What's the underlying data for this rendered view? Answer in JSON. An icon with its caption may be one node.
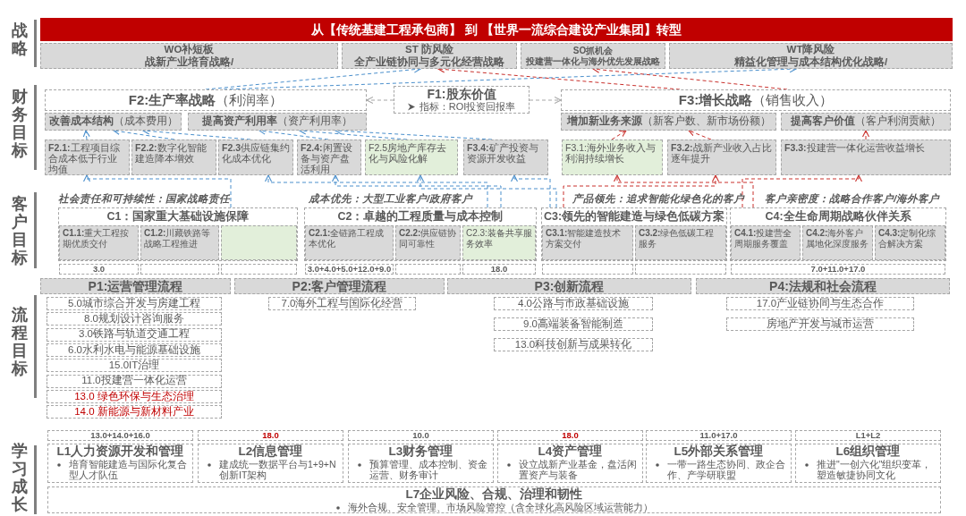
{
  "diagram": {
    "nodes": [
      {
        "text": [
          "从【传统基建工程承包商】 到 【世界一流综合建设产业集团】转型"
        ]
      },
      {
        "text": [
          "WO补短板",
          "战新产业培育战略/"
        ]
      },
      {
        "text": [
          "ST 防风险",
          "全产业链协同与多元化经营战略"
        ]
      },
      {
        "text": [
          "SO抓机会",
          "投建营一体化与海外优先发展战略"
        ]
      },
      {
        "text": [
          "WT降风险",
          "精益化管理与成本结构优化战略/"
        ]
      },
      {
        "text": [
          "**F2:生产率战略**（利润率）"
        ]
      },
      {
        "text": [
          "F1:股东价值",
          "指标：ROI投资回报率"
        ]
      },
      {
        "text": [
          "**F3:增长战略**（销售收入）"
        ]
      },
      {
        "text": [
          "**改善成本结构**（成本费用）"
        ]
      },
      {
        "text": [
          "**提高资产利用率**（资产利用率）"
        ]
      },
      {
        "text": [
          "**增加新业务来源**（新客户数、新市场份额）"
        ]
      },
      {
        "text": [
          "**提高客户价值**（客户利润贡献）"
        ]
      },
      {
        "text": [
          "**F2.1:**工程项目综合成本低于行业均值"
        ]
      },
      {
        "text": [
          "**F2.2:**数字化智能建造降本增效"
        ]
      },
      {
        "text": [
          "**F2.3**供应链集约化成本优化"
        ]
      },
      {
        "text": [
          "**F2.4:**闲置设备与资产盘活利用"
        ]
      },
      {
        "text": [
          "F2.5房地产库存去化与风险化解"
        ]
      },
      {
        "text": [
          "**F3.4:**矿产投资与资源开发收益"
        ]
      },
      {
        "text": [
          "F3.1:海外业务收入与利润持续增长"
        ]
      },
      {
        "text": [
          "**F3.2:**战新产业收入占比逐年提升"
        ]
      },
      {
        "text": [
          "**F3.3:**投建营一体化运营收益增长"
        ]
      },
      {
        "text": [
          "C1：国家重大基础设施保障"
        ],
        "beside": [
          "社会责任和可持续性：国家战略责任"
        ]
      },
      {
        "text": [
          "**C1.1:**重大工程按期优质交付"
        ],
        "in": 21
      },
      {
        "text": [
          "**C1.2:**川藏铁路等战略工程推进"
        ],
        "in": 21
      },
      {
        "text": [],
        "shape": "box",
        "in": 21
      },
      {
        "text": [
          "C2：卓越的工程质量与成本控制"
        ],
        "beside": [
          "成本优先：大型工业客户/政府客户"
        ]
      },
      {
        "text": [
          "**C2.1:**全链路工程成本优化"
        ],
        "in": 25
      },
      {
        "text": [
          "**C2.2:**供应链协同可靠性"
        ],
        "in": 25
      },
      {
        "text": [
          "C2.3:装备共享服务效率"
        ],
        "in": 25
      },
      {
        "text": [
          "C3:领先的智能建造与绿色低碳方案"
        ],
        "beside": [
          "产品领先：追求智能化绿色化的客户"
        ]
      },
      {
        "text": [
          "**C3.1:**智能建造技术方案交付"
        ],
        "in": 29
      },
      {
        "text": [
          "**C3.2:**绿色低碳工程服务"
        ],
        "in": 29
      },
      {
        "text": [
          "C4:全生命周期战略伙伴关系"
        ],
        "beside": [
          "客户亲密度：战略合作客户/海外客户"
        ]
      },
      {
        "text": [
          "**C4.1:**投建营全周期服务覆盖"
        ],
        "in": 32
      },
      {
        "text": [
          "**C4.2:**海外客户属地化深度服务"
        ],
        "in": 32
      },
      {
        "text": [
          "**C4.3:**定制化综合解决方案"
        ],
        "in": 32
      },
      {
        "text": [
          "P1:运营管理流程"
        ]
      },
      {
        "text": [
          "P2:客户管理流程"
        ]
      },
      {
        "text": [
          "P3:创新流程"
        ]
      },
      {
        "text": [
          "P4:法规和社会流程"
        ]
      },
      {
        "text": [
          "5.0城市综合开发与房建工程"
        ]
      },
      {
        "text": [
          "8.0规划设计咨询服务"
        ]
      },
      {
        "text": [
          "3.0铁路与轨道交通工程"
        ]
      },
      {
        "text": [
          "6.0水利水电与能源基础设施"
        ]
      },
      {
        "text": [
          "15.0IT治理"
        ]
      },
      {
        "text": [
          "11.0投建营一体化运营"
        ]
      },
      {
        "text": [
          "13.0 绿色环保与生态治理"
        ]
      },
      {
        "text": [
          "14.0 新能源与新材料产业"
        ]
      },
      {
        "text": [
          "7.0海外工程与国际化经营"
        ]
      },
      {
        "text": [
          "4.0公路与市政基础设施"
        ]
      },
      {
        "text": [
          "9.0高端装备智能制造"
        ]
      },
      {
        "text": [
          "13.0科技创新与成果转化"
        ]
      },
      {
        "text": [
          "17.0产业链协同与生态合作"
        ]
      },
      {
        "text": [
          "房地产开发与城市运营"
        ]
      },
      {
        "text": [
          "L1人力资源开发和管理",
          "培育智能建造与国际化复合型人才队伍"
        ]
      },
      {
        "text": [
          "L2信息管理",
          "建成统一数据平台与1+9+N创新IT架构"
        ]
      },
      {
        "text": [
          "L3财务管理",
          "预算管理、成本控制、资金运营、财务审计"
        ]
      },
      {
        "text": [
          "L4资产管理",
          "设立战新产业基金，盘活闲置资产与装备"
        ]
      },
      {
        "text": [
          "L5外部关系管理",
          "一带一路生态协同、政企合作、产学研联盟"
        ]
      },
      {
        "text": [
          "L6组织管理",
          "推进\"一创六化\"组织变革，塑造敏捷协同文化"
        ]
      },
      {
        "text": [
          "L7企业风险、合规、治理和韧性",
          "海外合规、安全管理、市场风险管控（含全球化高风险区域运营能力）"
        ]
      }
    ],
    "edges": [
      {
        "from": 6,
        "to": 5,
        "arrow": "to",
        "style": "dashed",
        "color": "#a6a6a6"
      },
      {
        "from": 6,
        "to": 7,
        "arrow": "to",
        "style": "dashed",
        "color": "#a6a6a6"
      },
      {
        "from": 5,
        "to": 2,
        "arrow": "to",
        "style": "dashed"
      },
      {
        "from": 5,
        "to": 4,
        "arrow": "to",
        "style": "dashed"
      },
      {
        "from": 7,
        "to": 3,
        "arrow": "to",
        "style": "dashed",
        "color": "#c9302c"
      },
      {
        "from": 7,
        "to": 2,
        "arrow": "to",
        "style": "dashed",
        "color": "#c9302c"
      },
      {
        "from": 12,
        "to": 8,
        "arrow": "to",
        "style": "dashed"
      },
      {
        "from": 13,
        "to": 8,
        "arrow": "to",
        "style": "dashed"
      },
      {
        "from": 14,
        "to": 8,
        "arrow": "to",
        "style": "dashed"
      },
      {
        "from": 15,
        "to": 9,
        "arrow": "to",
        "style": "dashed"
      },
      {
        "from": 16,
        "to": 9,
        "arrow": "to",
        "style": "dashed"
      },
      {
        "from": 17,
        "to": 9,
        "arrow": "to",
        "style": "dashed"
      },
      {
        "from": 18,
        "to": 10,
        "arrow": "to",
        "style": "dashed",
        "color": "#c9302c"
      },
      {
        "from": 19,
        "to": 10,
        "arrow": "to",
        "style": "dashed",
        "color": "#c9302c"
      },
      {
        "from": 20,
        "to": 11,
        "arrow": "to",
        "style": "dashed",
        "color": "#c9302c"
      },
      {
        "from": 21,
        "to": 12,
        "arrow": "to",
        "style": "dashed"
      },
      {
        "from": 25,
        "to": 14,
        "arrow": "to",
        "style": "dashed"
      },
      {
        "from": 25,
        "to": 15,
        "arrow": "to",
        "style": "dashed"
      },
      {
        "from": 29,
        "to": 17,
        "arrow": "to",
        "style": "dashed"
      },
      {
        "from": 29,
        "to": 16,
        "arrow": "to",
        "style": "dashed"
      },
      {
        "from": 32,
        "to": 20,
        "arrow": "to",
        "style": "dashed",
        "color": "#c9302c"
      },
      {
        "from": 32,
        "to": 18,
        "arrow": "to",
        "style": "dashed",
        "color": "#c9302c"
      },
      {
        "from": 29,
        "to": 19,
        "arrow": "to",
        "style": "dashed",
        "color": "#c9302c"
      }
    ],
    "labels": [
      "战略",
      "财务目标",
      "客户目标",
      "3.0",
      "3.0+4.0+5.0+12.0+9.0",
      "18.0",
      "7.0+11.0+17.0",
      "流程目标",
      "13.0+14.0+16.0",
      "18.0",
      "10.0",
      "18.0",
      "11.0+17.0",
      "L1+L2",
      "学习成长"
    ]
  }
}
